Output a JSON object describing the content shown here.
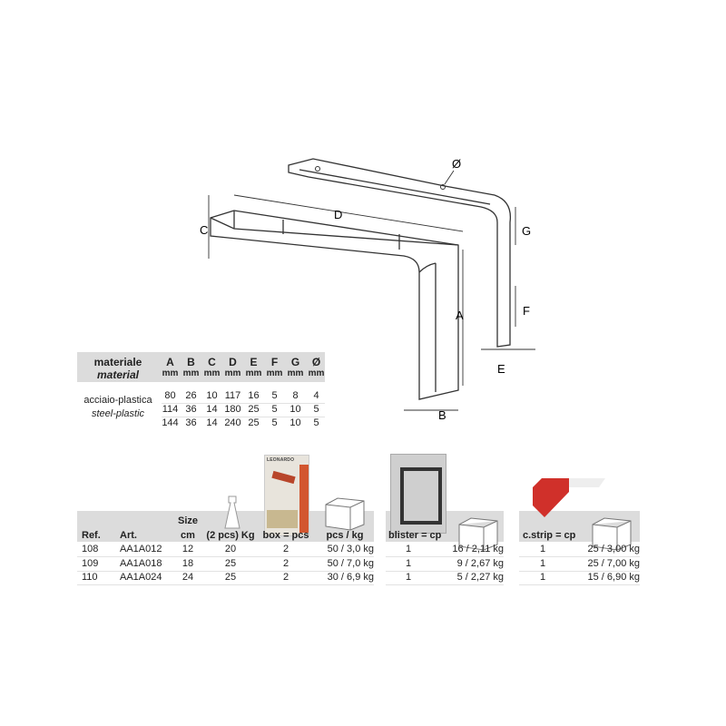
{
  "diagram": {
    "labels": {
      "A": "A",
      "B": "B",
      "C": "C",
      "D": "D",
      "E": "E",
      "F": "F",
      "G": "G",
      "diameter": "Ø"
    }
  },
  "dimensions_table": {
    "material_header": "materiale",
    "material_header_en": "material",
    "columns": [
      "A",
      "B",
      "C",
      "D",
      "E",
      "F",
      "G",
      "Ø"
    ],
    "unit": "mm",
    "material": "acciaio-plastica",
    "material_en": "steel-plastic",
    "rows": [
      [
        "80",
        "26",
        "10",
        "117",
        "16",
        "5",
        "8",
        "4"
      ],
      [
        "114",
        "36",
        "14",
        "180",
        "25",
        "5",
        "10",
        "5"
      ],
      [
        "144",
        "36",
        "14",
        "240",
        "25",
        "5",
        "10",
        "5"
      ]
    ]
  },
  "product_table": {
    "headers": {
      "ref": "Ref.",
      "art": "Art.",
      "size": "Size",
      "size_unit": "cm",
      "load": "(2 pcs) Kg",
      "box": "box = pcs",
      "pcs_kg": "pcs / kg",
      "blister": "blister = cp",
      "blister_pcs_kg": "",
      "strip": "c.strip = cp"
    },
    "package_logo_text": "LEONARDO",
    "rows": [
      {
        "ref": "108",
        "art": "AA1A012",
        "size": "12",
        "load": "20",
        "box": "2",
        "pcs_kg": "50 / 3,0 kg",
        "blister": "1",
        "blister_pcs_kg": "16 / 2,11 kg",
        "strip": "1",
        "strip_pcs_kg": "25 / 3,00 kg"
      },
      {
        "ref": "109",
        "art": "AA1A018",
        "size": "18",
        "load": "25",
        "box": "2",
        "pcs_kg": "50 / 7,0 kg",
        "blister": "1",
        "blister_pcs_kg": "9 / 2,67 kg",
        "strip": "1",
        "strip_pcs_kg": "25 / 7,00 kg"
      },
      {
        "ref": "110",
        "art": "AA1A024",
        "size": "24",
        "load": "25",
        "box": "2",
        "pcs_kg": "30 / 6,9 kg",
        "blister": "1",
        "blister_pcs_kg": "5 / 2,27 kg",
        "strip": "1",
        "strip_pcs_kg": "15 / 6,90 kg"
      }
    ]
  }
}
